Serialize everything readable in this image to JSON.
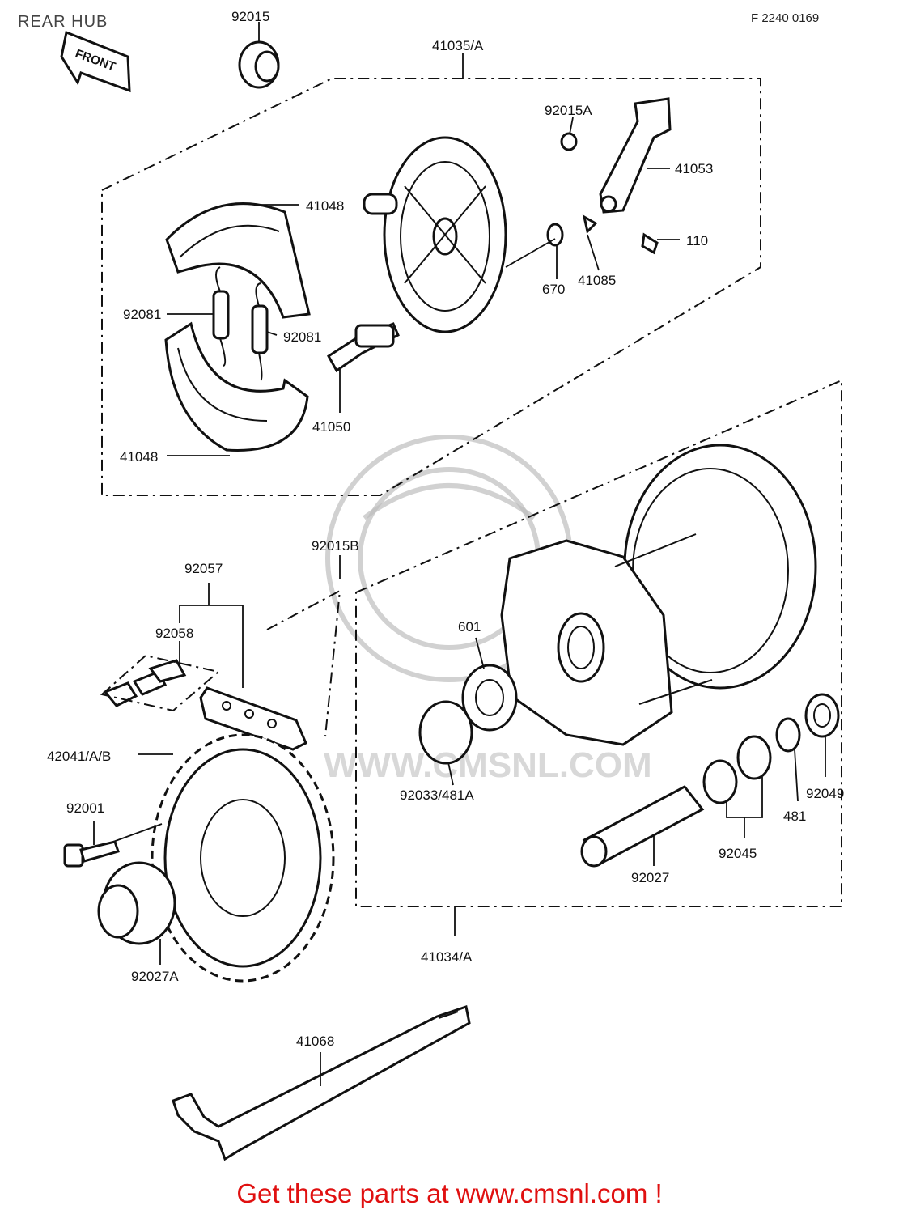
{
  "diagram": {
    "title": "REAR HUB",
    "code": "F 2240 0169",
    "front_marker": "FRONT",
    "watermark": "WWW.CMSNL.COM",
    "footer": "Get these parts at www.cmsnl.com !",
    "labels": {
      "p92015": "92015",
      "p41035": "41035/A",
      "p92015A": "92015A",
      "p41053": "41053",
      "p41048_top": "41048",
      "p110": "110",
      "p670": "670",
      "p41085": "41085",
      "p92081_left": "92081",
      "p92081_right": "92081",
      "p41050": "41050",
      "p41048_bottom": "41048",
      "p92015B": "92015B",
      "p92057": "92057",
      "p92058": "92058",
      "p601": "601",
      "p42041": "42041/A/B",
      "p92001": "92001",
      "p92033": "92033/481A",
      "p92049": "92049",
      "p481": "481",
      "p92045": "92045",
      "p92027": "92027",
      "p92027A": "92027A",
      "p41034": "41034/A",
      "p41068": "41068"
    }
  }
}
